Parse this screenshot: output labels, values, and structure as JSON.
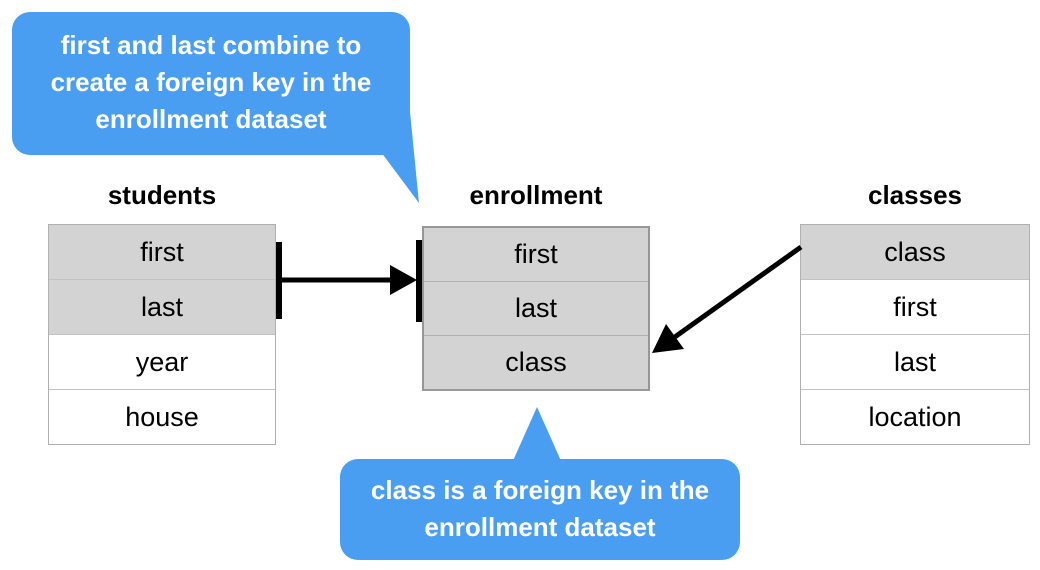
{
  "colors": {
    "callout_blue": "#4a9ef2",
    "highlight_gray": "#d3d3d3",
    "arrow_black": "#000000",
    "table_border": "#b0b0b0",
    "text_black": "#000000",
    "callout_text": "#ffffff"
  },
  "tables": {
    "students": {
      "title": "students",
      "rows": [
        {
          "label": "first",
          "highlighted": true
        },
        {
          "label": "last",
          "highlighted": true
        },
        {
          "label": "year",
          "highlighted": false
        },
        {
          "label": "house",
          "highlighted": false
        }
      ]
    },
    "enrollment": {
      "title": "enrollment",
      "rows": [
        {
          "label": "first",
          "highlighted": true
        },
        {
          "label": "last",
          "highlighted": true
        },
        {
          "label": "class",
          "highlighted": true
        }
      ]
    },
    "classes": {
      "title": "classes",
      "rows": [
        {
          "label": "class",
          "highlighted": true
        },
        {
          "label": "first",
          "highlighted": false
        },
        {
          "label": "last",
          "highlighted": false
        },
        {
          "label": "location",
          "highlighted": false
        }
      ]
    }
  },
  "callouts": {
    "top": {
      "line1": "first and last combine to",
      "line2": "create a foreign key in the",
      "line3": "enrollment dataset"
    },
    "bottom": {
      "line1": "class is a foreign key in the",
      "line2": "enrollment dataset"
    }
  },
  "relationships": [
    {
      "from": "students.first + students.last",
      "to": "enrollment.first + enrollment.last",
      "type": "foreign-key-arrow"
    },
    {
      "from": "classes.class",
      "to": "enrollment.class",
      "type": "foreign-key-arrow"
    }
  ]
}
